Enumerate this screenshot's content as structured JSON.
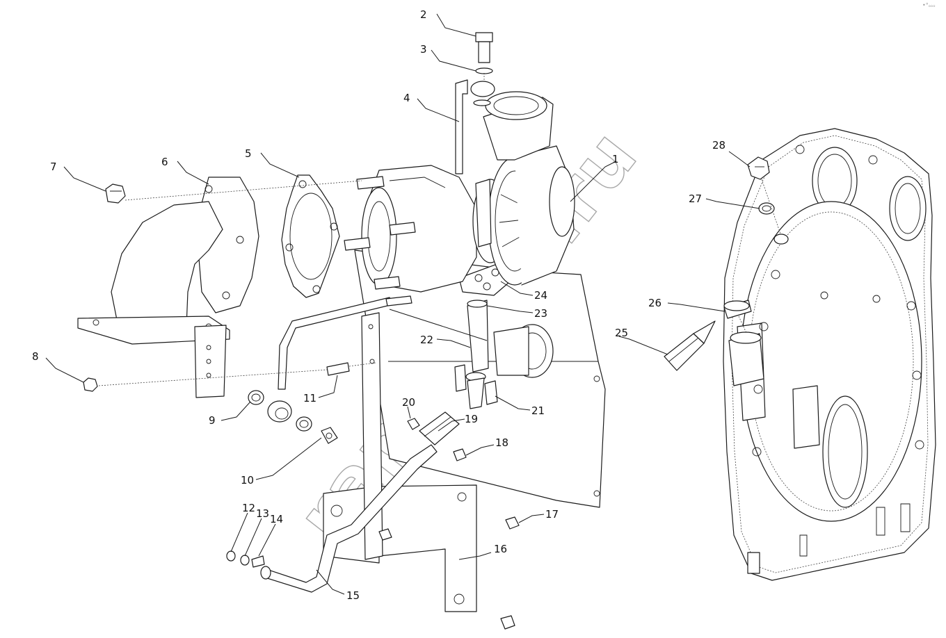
{
  "corner_mark": "•°ₒₒₒ",
  "watermark": {
    "text": "zapchasti-ru",
    "visible_text": "rapt.chm.ru"
  },
  "callouts": [
    {
      "id": "1",
      "label": "1",
      "part": "turbocharger"
    },
    {
      "id": "2",
      "label": "2",
      "part": "bolt"
    },
    {
      "id": "3",
      "label": "3",
      "part": "washer"
    },
    {
      "id": "4",
      "label": "4",
      "part": "oil-feed-tube"
    },
    {
      "id": "5",
      "label": "5",
      "part": "gasket"
    },
    {
      "id": "6",
      "label": "6",
      "part": "exhaust-elbow"
    },
    {
      "id": "7",
      "label": "7",
      "part": "nut"
    },
    {
      "id": "8",
      "label": "8",
      "part": "nut"
    },
    {
      "id": "9",
      "label": "9",
      "part": "seal-ring"
    },
    {
      "id": "10",
      "label": "10",
      "part": "banjo-bolt"
    },
    {
      "id": "11",
      "label": "11",
      "part": "stud"
    },
    {
      "id": "12",
      "label": "12",
      "part": "seal-ring"
    },
    {
      "id": "13",
      "label": "13",
      "part": "seal-ring"
    },
    {
      "id": "14",
      "label": "14",
      "part": "fitting"
    },
    {
      "id": "15",
      "label": "15",
      "part": "oil-return-tube"
    },
    {
      "id": "16",
      "label": "16",
      "part": "bracket"
    },
    {
      "id": "17",
      "label": "17",
      "part": "bolt"
    },
    {
      "id": "18",
      "label": "18",
      "part": "bolt"
    },
    {
      "id": "19",
      "label": "19",
      "part": "clamp"
    },
    {
      "id": "20",
      "label": "20",
      "part": "nut"
    },
    {
      "id": "21",
      "label": "21",
      "part": "bolt"
    },
    {
      "id": "22",
      "label": "22",
      "part": "hose"
    },
    {
      "id": "23",
      "label": "23",
      "part": "gasket"
    },
    {
      "id": "24",
      "label": "24",
      "part": "gasket"
    },
    {
      "id": "25",
      "label": "25",
      "part": "sealant"
    },
    {
      "id": "26",
      "label": "26",
      "part": "plug"
    },
    {
      "id": "27",
      "label": "27",
      "part": "washer"
    },
    {
      "id": "28",
      "label": "28",
      "part": "plug"
    }
  ]
}
